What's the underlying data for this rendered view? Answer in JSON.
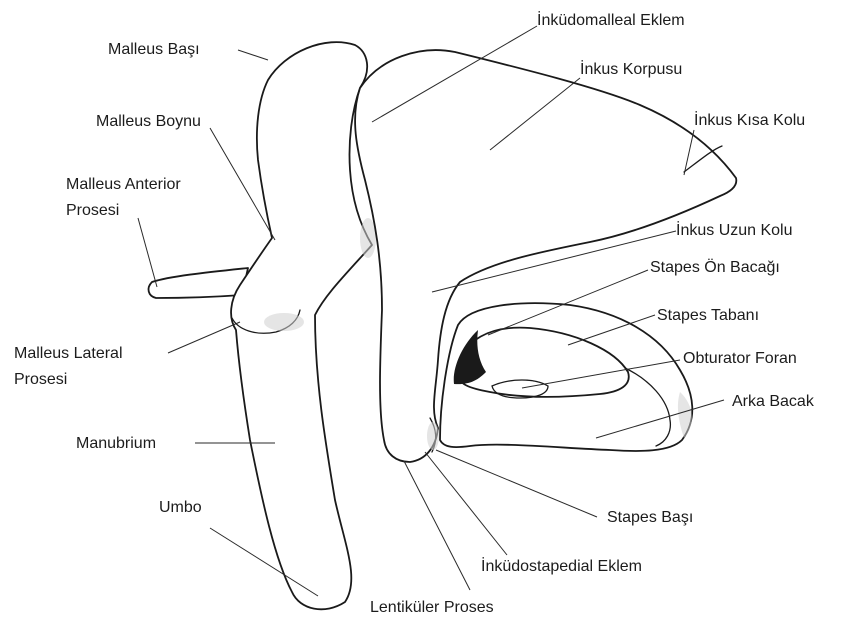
{
  "labels": {
    "incudomalleal_joint": "İnküdomalleal Eklem",
    "malleus_head": "Malleus Başı",
    "incus_body": "İnkus Korpusu",
    "incus_short_process": "İnkus Kısa Kolu",
    "malleus_neck": "Malleus Boynu",
    "malleus_anterior_process_1": "Malleus Anterior",
    "malleus_anterior_process_2": "Prosesi",
    "incus_long_process": "İnkus Uzun Kolu",
    "stapes_anterior_crus": "Stapes Ön Bacağı",
    "stapes_footplate": "Stapes Tabanı",
    "obturator_foramen": "Obturator Foran",
    "malleus_lateral_process_1": "Malleus Lateral",
    "malleus_lateral_process_2": "Prosesi",
    "posterior_crus": "Arka Bacak",
    "manubrium": "Manubrium",
    "umbo": "Umbo",
    "stapes_head": "Stapes Başı",
    "incudostapedial_joint": "İnküdostapedial Eklem",
    "lenticular_process": "Lentiküler Proses"
  }
}
